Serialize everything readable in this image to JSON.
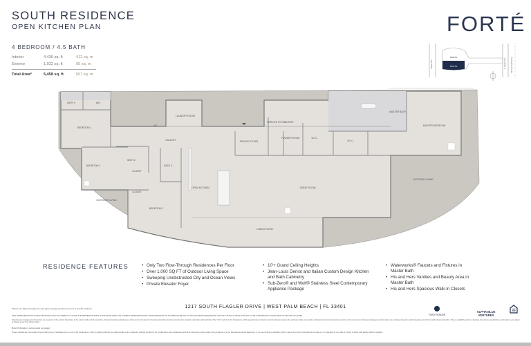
{
  "header": {
    "title": "SOUTH RESIDENCE",
    "subtitle": "OPEN KITCHEN PLAN",
    "bedrooms_baths": "4 BEDROOM  / 4.5 BATH",
    "areas": [
      {
        "label": "Interior",
        "sqft": "4,436 sq. ft",
        "sqm": "412 sq. m"
      },
      {
        "label": "Exterior",
        "sqft": "1,022 sq. ft",
        "sqm": "95 sq. m"
      },
      {
        "label": "Total Area*",
        "sqft": "5,458 sq. ft",
        "sqm": "507 sq. m"
      }
    ]
  },
  "brand": {
    "logo": "FORTÉ"
  },
  "key_plan": {
    "north": "NORTH",
    "south": "SOUTH",
    "street_left": "Flagler Drive",
    "street_right": "S. Flagler Drive",
    "waterway": "Intracoastal Waterway"
  },
  "rooms": [
    "Bath 4",
    "WIC",
    "Bedroom 4",
    "A/C",
    "Laundry Room",
    "Gallery",
    "Bath 2",
    "Bedroom 3",
    "Closet",
    "Bath 3",
    "Open Kitchen",
    "Closet",
    "Bedroom 2",
    "Outdoor Living",
    "Private Foyer",
    "Service Foyer",
    "Closet",
    "Powder Room",
    "W.I.C.",
    "W.I.C.",
    "Master Bath",
    "Master Bedroom",
    "Great Room",
    "Outdoor Living",
    "Dining Room"
  ],
  "features": {
    "title": "RESIDENCE FEATURES",
    "col1": [
      "Only Two Flow-Through Residences Per Floor",
      "Over 1,000 SQ FT of Outdoor Living Space",
      "Sweeping Unobstructed City and Ocean Views",
      "Private Elevator Foyer"
    ],
    "col2": [
      "10'+ Grand Ceiling Heights",
      "Jean-Louis Deniot and Italian Custom Design Kitchen and Bath Cabinetry",
      "Sub-Zero® and Wolf® Stainless Steel Contemporary Appliance Package"
    ],
    "col3": [
      "Waterworks® Faucets and Fixtures in Master Bath",
      "His and Hers Vanities and Beauty Area in Master Bath",
      "His and Hers Spacious Walk-In Closets"
    ]
  },
  "footer": {
    "address": "1217 SOUTH FLAGLER DRIVE  |  WEST PALM BEACH  |  FL 33401",
    "note": "*Please see Sales Associate for exact square footage and dimensions for a specific residence.",
    "oral": "ORAL REPRESENTATIONS CANNOT BE RELIED UPON AS CORRECTLY STATING THE REPRESENTATIONS OF THE DEVELOPER. FOR CORRECT REPRESENTATIONS, MAKE REFERENCE TO THIS BROCHURE AND TO THE DOCUMENTS REQUIRED BY SECTION 718.503, FLORIDA STATUTES, TO BE FURNISHED BY A DEVELOPER TO A BUYER OR LESSEE.",
    "stated": "Stated square footages and dimensions are measured to the exterior boundaries of the exterior walls and the centerline of interior demising walls between Units and in fact vary from the dimensions that would be determined by using the description and definition of the \"Unit\" set forth in the Declaration, which generally only includes the interior airspace between the perimeter walls and excludes all interior structural components and other common elements. All square footages and dimensions are estimated based on preliminary plans and will vary with actual construction. Prices, availability, artist's renderings, dimensions, specifications, and features are subject to change at any time without notice.",
    "broker": "Broker Participation is welcomed and encouraged.",
    "offer": "These materials are not intended to be an offer to sell, or solicitation to buy a unit in the condominium. Such an offering shall only be made pursuant to the prospectus (offering circular) for the condominium and no statements should be relied upon unless made in the prospectus or in the applicable purchase agreement. In no event shall any solicitation, offer or sale of a unit in the condominium be made in, or to residents of, any state or country in which such activity would be unlawful.",
    "developer1": "TWO ROADS",
    "developer2": "ALPHA BLUE VENTURES"
  }
}
